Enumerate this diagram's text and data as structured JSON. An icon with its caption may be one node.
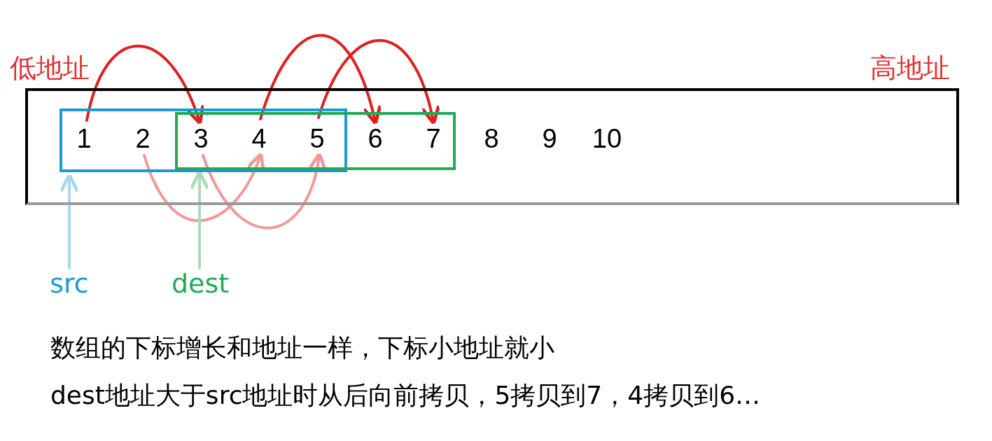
{
  "diagram": {
    "nodes": [
      {
        "text": [],
        "shape": "box"
      },
      {
        "text": [],
        "shape": "box",
        "in": 0
      },
      {
        "text": [],
        "shape": "box",
        "in": 0
      },
      {
        "text": [
          "1"
        ],
        "in": 1
      },
      {
        "text": [
          "2"
        ],
        "in": 1
      },
      {
        "text": [
          "3"
        ]
      },
      {
        "text": [
          "4"
        ]
      },
      {
        "text": [
          "5"
        ]
      },
      {
        "text": [
          "6"
        ],
        "in": 2
      },
      {
        "text": [
          "7"
        ],
        "in": 2
      },
      {
        "text": [
          "8"
        ],
        "in": 0
      },
      {
        "text": [
          "9"
        ],
        "in": 0
      },
      {
        "text": [
          "10"
        ],
        "in": 0
      },
      {
        "text": [
          "src"
        ]
      },
      {
        "text": [
          "dest"
        ]
      }
    ],
    "edges": [
      {
        "from": 3,
        "to": 5,
        "arrow": "to"
      },
      {
        "from": 6,
        "to": 8,
        "arrow": "to"
      },
      {
        "from": 7,
        "to": 9,
        "arrow": "to"
      },
      {
        "from": 4,
        "to": 6,
        "arrow": "to",
        "color": "#ef9a9a"
      },
      {
        "from": 5,
        "to": 7,
        "arrow": "to",
        "color": "#ef9a9a"
      },
      {
        "from": 13,
        "to": 1,
        "arrow": "to",
        "color": "#a8d8ee"
      },
      {
        "from": 14,
        "to": 2,
        "arrow": "to",
        "color": "#a8dcb8"
      }
    ],
    "labels": [
      "低地址",
      "高地址",
      "数组的下标增长和地址一样，下标小地址就小",
      "dest地址大于src地址时从后向前拷贝，5拷贝到7，4拷贝到6…"
    ]
  }
}
